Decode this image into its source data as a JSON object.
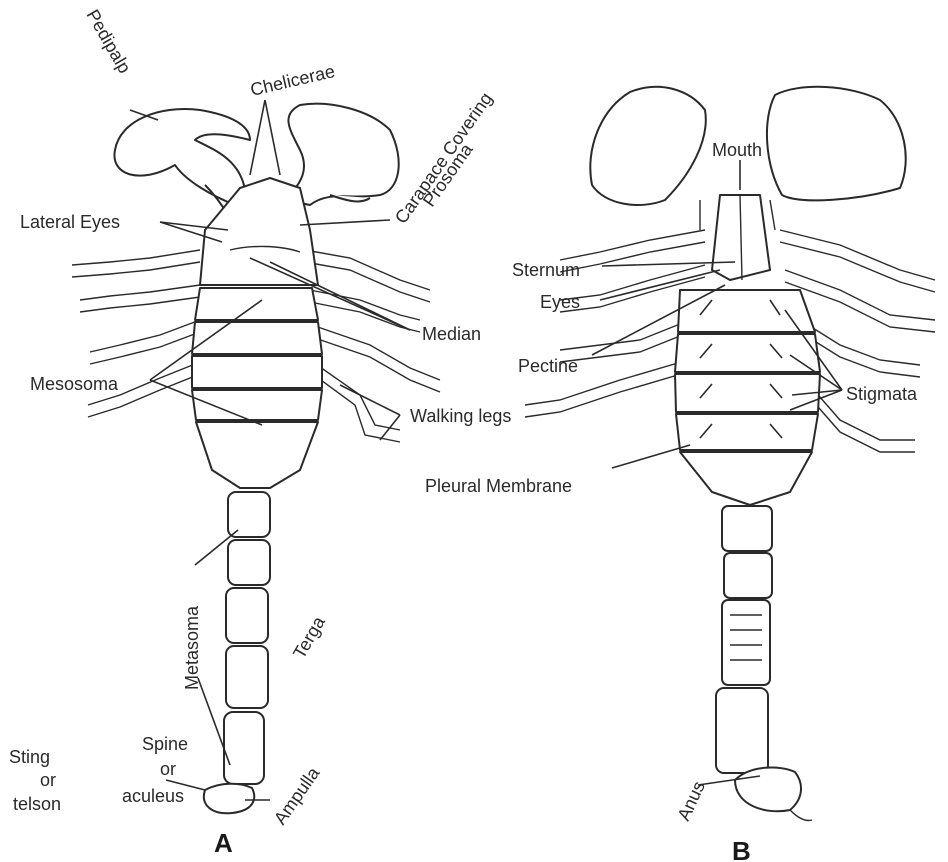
{
  "figure_a": {
    "panel_label": "A",
    "labels": {
      "pedipalp": "Pedipalp",
      "chelicerae": "Chelicerae",
      "carapace_line1": "Carapace Covering",
      "carapace_line2": "Prosoma",
      "lateral_eyes": "Lateral Eyes",
      "median": "Median",
      "mesosoma": "Mesosoma",
      "walking_legs": "Walking legs",
      "metasoma": "Metasoma",
      "terga": "Terga",
      "sting_line1": "Sting",
      "sting_line2": "or",
      "sting_line3": "telson",
      "spine_line1": "Spine",
      "spine_line2": "or",
      "spine_line3": "aculeus",
      "ampulla": "Ampulla"
    }
  },
  "figure_b": {
    "panel_label": "B",
    "labels": {
      "mouth": "Mouth",
      "sternum": "Sternum",
      "eyes": "Eyes",
      "pectine": "Pectine",
      "stigmata": "Stigmata",
      "pleural_membrane": "Pleural Membrane",
      "anus": "Anus"
    }
  }
}
